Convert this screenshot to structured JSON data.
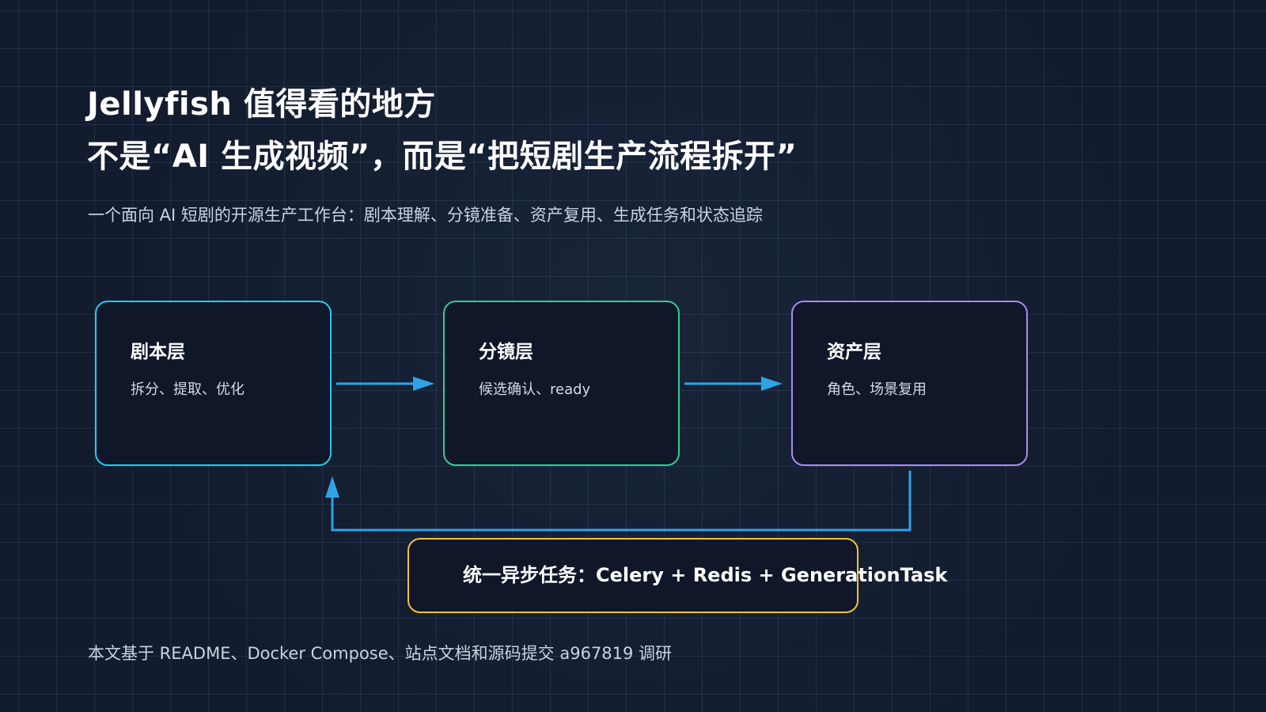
{
  "header": {
    "title_line1": "Jellyfish 值得看的地方",
    "title_line2": "不是“AI 生成视频”，而是“把短剧生产流程拆开”",
    "subtitle": "一个面向 AI 短剧的开源生产工作台：剧本理解、分镜准备、资产复用、生成任务和状态追踪"
  },
  "flow": {
    "layers": [
      {
        "title": "剧本层",
        "desc": "拆分、提取、优化",
        "accent": "#25c9ef"
      },
      {
        "title": "分镜层",
        "desc": "候选确认、ready",
        "accent": "#2fcf8d"
      },
      {
        "title": "资产层",
        "desc": "角色、场景复用",
        "accent": "#a98bf2"
      }
    ],
    "arrow_color": "#2ea3e6",
    "task": {
      "label": "统一异步任务：Celery + Redis + GenerationTask",
      "accent": "#f1c232"
    }
  },
  "footer": {
    "note": "本文基于 README、Docker Compose、站点文档和源码提交 a967819 调研"
  }
}
